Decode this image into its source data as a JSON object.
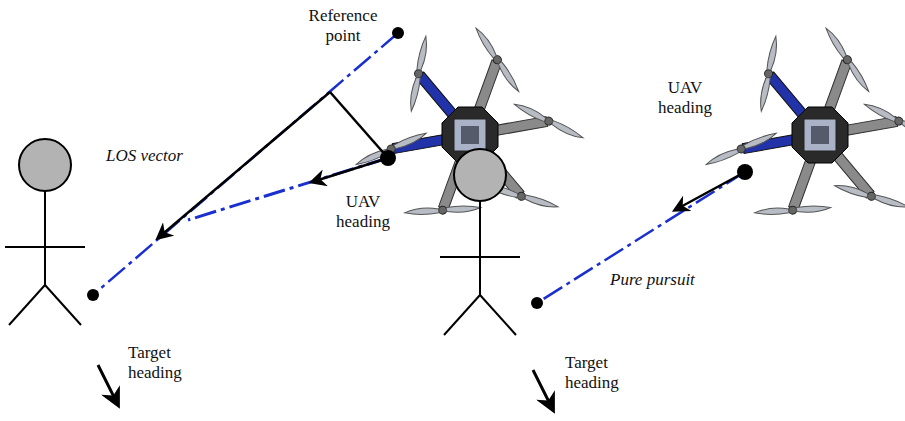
{
  "diagram": {
    "labels": [
      "Reference point",
      "LOS vector",
      "UAV heading",
      "Target heading",
      "UAV heading",
      "Pure pursuit",
      "Target heading"
    ]
  }
}
